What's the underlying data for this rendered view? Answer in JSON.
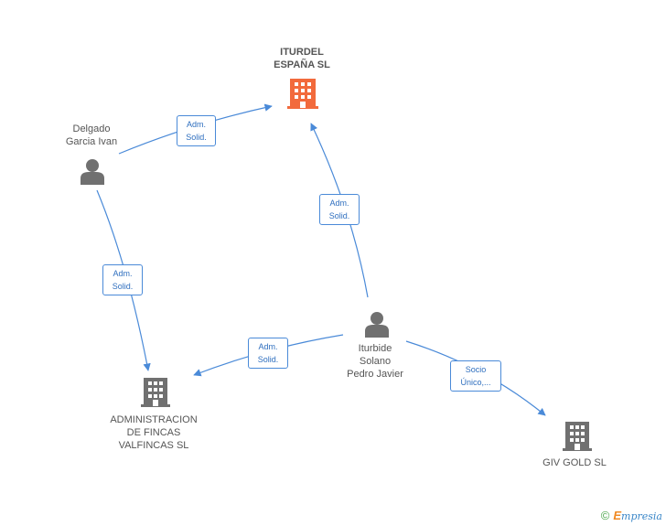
{
  "nodes": {
    "iturdel": {
      "label": "ITURDEL\nESPAÑA SL",
      "type": "company-main",
      "color": "#f26a3c"
    },
    "delgado": {
      "label": "Delgado\nGarcia Ivan",
      "type": "person"
    },
    "iturbide": {
      "label": "Iturbide\nSolano\nPedro Javier",
      "type": "person"
    },
    "admin": {
      "label": "ADMINISTRACION\nDE FINCAS\nVALFINCAS SL",
      "type": "company"
    },
    "givgold": {
      "label": "GIV GOLD SL",
      "type": "company"
    }
  },
  "edges": [
    {
      "from": "delgado",
      "to": "iturdel",
      "label": "Adm.\nSolid."
    },
    {
      "from": "iturbide",
      "to": "iturdel",
      "label": "Adm.\nSolid."
    },
    {
      "from": "delgado",
      "to": "admin",
      "label": "Adm.\nSolid."
    },
    {
      "from": "iturbide",
      "to": "admin",
      "label": "Adm.\nSolid."
    },
    {
      "from": "iturbide",
      "to": "givgold",
      "label": "Socio\nÚnico,..."
    }
  ],
  "colors": {
    "edge": "#4a8ad8",
    "person_icon": "#707070",
    "company_icon": "#707070",
    "main_company_icon": "#f26a3c"
  },
  "branding": {
    "copyright_symbol": "©",
    "name_first": "E",
    "name_rest": "mpresia"
  }
}
